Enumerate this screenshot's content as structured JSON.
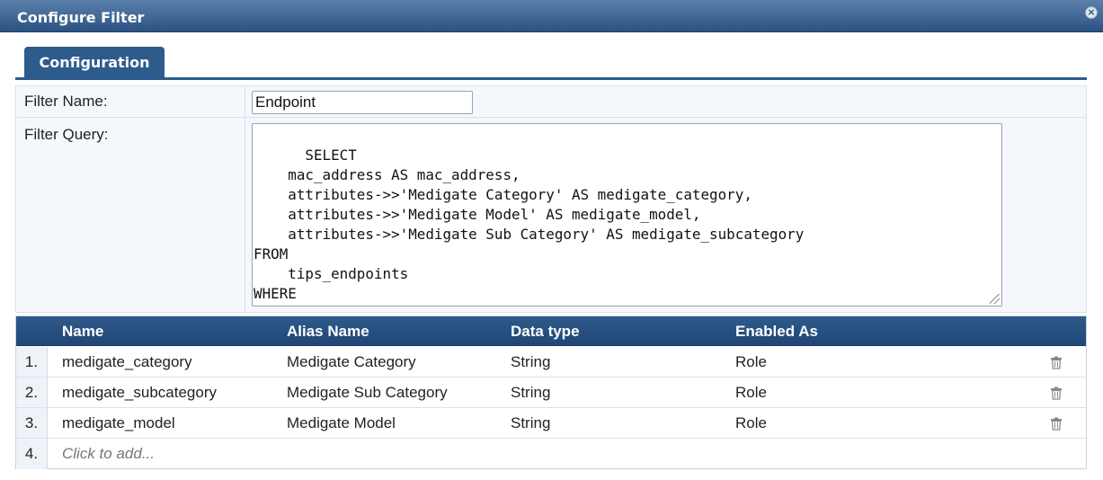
{
  "dialog": {
    "title": "Configure Filter",
    "close_icon": "close-icon"
  },
  "tabs": [
    {
      "label": "Configuration",
      "active": true
    }
  ],
  "form": {
    "filter_name_label": "Filter Name:",
    "filter_name_value": "Endpoint",
    "filter_query_label": "Filter Query:",
    "filter_query_value": "SELECT\n    mac_address AS mac_address,\n    attributes->>'Medigate Category' AS medigate_category,\n    attributes->>'Medigate Model' AS medigate_model,\n    attributes->>'Medigate Sub Category' AS medigate_subcategory\nFROM\n    tips_endpoints\nWHERE\n    mac_address = LOWER('%{Connection:Client-Mac-Address-NoDelim}')"
  },
  "table": {
    "columns": [
      "Name",
      "Alias Name",
      "Data type",
      "Enabled As"
    ],
    "rows": [
      {
        "num": "1.",
        "name": "medigate_category",
        "alias": "Medigate Category",
        "type": "String",
        "enabled_as": "Role"
      },
      {
        "num": "2.",
        "name": "medigate_subcategory",
        "alias": "Medigate Sub Category",
        "type": "String",
        "enabled_as": "Role"
      },
      {
        "num": "3.",
        "name": "medigate_model",
        "alias": "Medigate Model",
        "type": "String",
        "enabled_as": "Role"
      }
    ],
    "add_row": {
      "num": "4.",
      "placeholder": "Click to add..."
    }
  },
  "colors": {
    "header_blue": "#2d5b8c",
    "form_bg": "#f4f8fc"
  }
}
